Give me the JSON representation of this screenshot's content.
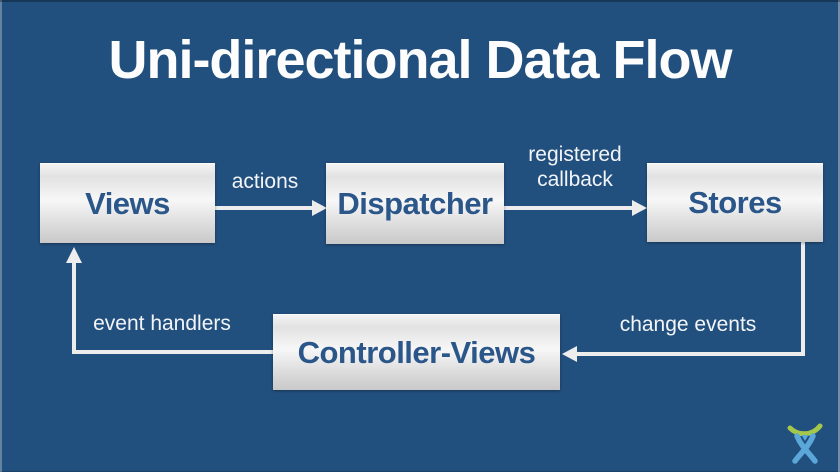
{
  "slide": {
    "title": "Uni-directional Data Flow",
    "colors": {
      "background": "#22507E",
      "title_text": "#FDFDFD",
      "node_text": "#2A5689",
      "node_fill_top": "#F7F7F7",
      "node_fill_bottom": "#C9C9C9",
      "arrow": "#EDEDED",
      "edge_label_text": "#F2F4F7",
      "logo_arc": "#A5C84A",
      "logo_figure": "#5BA7DA"
    }
  },
  "diagram": {
    "nodes": [
      {
        "id": "views",
        "label": "Views"
      },
      {
        "id": "dispatcher",
        "label": "Dispatcher"
      },
      {
        "id": "stores",
        "label": "Stores"
      },
      {
        "id": "controller_views",
        "label": "Controller-Views"
      }
    ],
    "edges": [
      {
        "from": "views",
        "to": "dispatcher",
        "label": "actions"
      },
      {
        "from": "dispatcher",
        "to": "stores",
        "label": "registered callback",
        "lines": [
          "registered",
          "callback"
        ]
      },
      {
        "from": "stores",
        "to": "controller_views",
        "label": "change events"
      },
      {
        "from": "controller_views",
        "to": "views",
        "label": "event handlers"
      }
    ]
  },
  "footer": {
    "logo": "atlassian-logo"
  }
}
